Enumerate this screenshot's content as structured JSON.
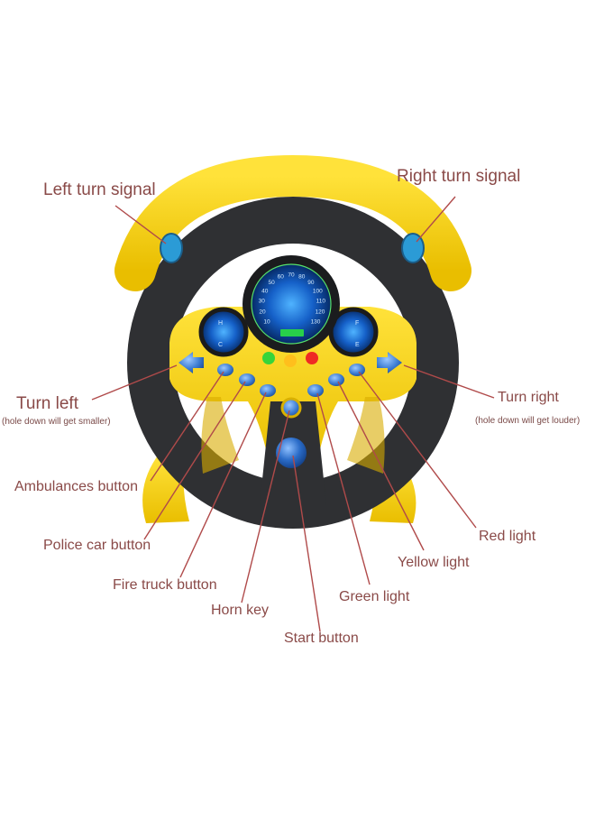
{
  "labels": {
    "left_turn_signal": "Left turn signal",
    "right_turn_signal": "Right turn signal",
    "turn_left": "Turn left",
    "turn_left_note": "(hole down will get smaller)",
    "turn_right": "Turn right",
    "turn_right_note": "(hole down will get louder)",
    "ambulances_button": "Ambulances button",
    "police_car_button": "Police car button",
    "fire_truck_button": "Fire truck button",
    "horn_key": "Horn key",
    "start_button": "Start button",
    "green_light": "Green light",
    "yellow_light": "Yellow light",
    "red_light": "Red light"
  },
  "speedometer_ticks": [
    "10",
    "20",
    "30",
    "40",
    "50",
    "60",
    "70",
    "80",
    "90",
    "100",
    "110",
    "120",
    "130"
  ],
  "colors": {
    "wheel_yellow": "#f4d20a",
    "wheel_black": "#2f3033",
    "button_blue": "#3f7fd4",
    "leader_line": "#b04a4a",
    "label_text": "#8a4a48"
  }
}
